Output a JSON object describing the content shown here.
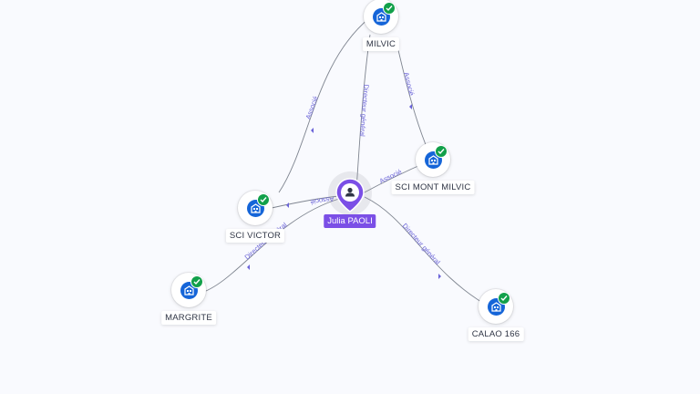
{
  "center_person": {
    "name": "Julia PAOLI",
    "icon": "person-icon"
  },
  "companies": [
    {
      "id": "milvic",
      "name": "MILVIC",
      "icon": "building-icon",
      "status": "verified-check-icon"
    },
    {
      "id": "sci-mont-milvic",
      "name": "SCI MONT MILVIC",
      "icon": "building-icon",
      "status": "verified-check-icon"
    },
    {
      "id": "sci-victor",
      "name": "SCI VICTOR",
      "icon": "building-icon",
      "status": "verified-check-icon"
    },
    {
      "id": "margrite",
      "name": "MARGRITE",
      "icon": "building-icon",
      "status": "verified-check-icon"
    },
    {
      "id": "calao-166",
      "name": "CALAO 166",
      "icon": "building-icon",
      "status": "verified-check-icon"
    }
  ],
  "relations": [
    {
      "from": "Julia PAOLI",
      "to": "MILVIC",
      "label": "Directeur général"
    },
    {
      "from": "Julia PAOLI",
      "to": "SCI MONT MILVIC",
      "label": "Associé"
    },
    {
      "from": "Julia PAOLI",
      "to": "SCI VICTOR",
      "label": "Associé"
    },
    {
      "from": "Julia PAOLI",
      "to": "CALAO 166",
      "label": "Directeur général"
    },
    {
      "from": "SCI VICTOR",
      "to": "MILVIC",
      "label": "Associé"
    },
    {
      "from": "SCI MONT MILVIC",
      "to": "MILVIC",
      "label": "Associé"
    },
    {
      "from": "Julia PAOLI",
      "to": "MARGRITE",
      "label": "Directeur général"
    }
  ],
  "colors": {
    "person_accent": "#7b4fe6",
    "company_disc": "#1565d8",
    "verified_badge": "#12a04a",
    "edge_label": "#6a63d8",
    "background": "#f9fafe"
  }
}
